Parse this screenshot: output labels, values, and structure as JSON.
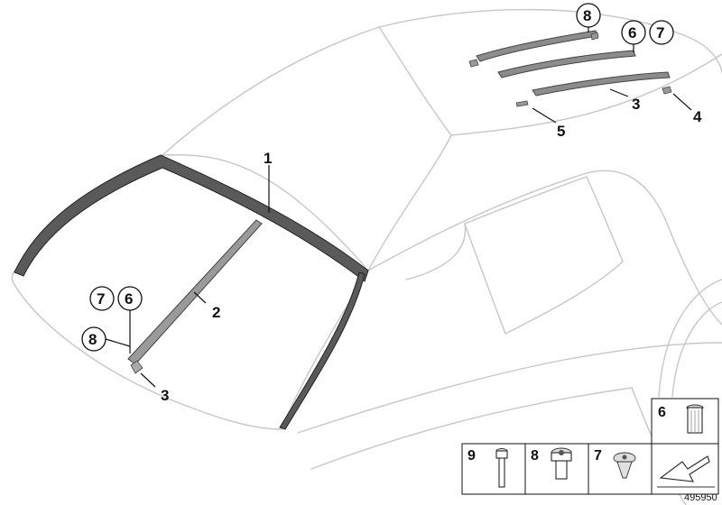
{
  "diagram": {
    "catalog_number": "495950",
    "callouts": {
      "windshield_frame": "1",
      "a_pillar_strip": "2",
      "front_clip": "3",
      "roof_clip": "3",
      "roof_end_cap": "4",
      "roof_end_piece": "5",
      "front_nut": "6",
      "front_screw": "7",
      "front_bolt": "8",
      "roof_bolt": "8",
      "roof_nut": "6",
      "roof_screw": "7"
    },
    "legend": [
      {
        "num": "6",
        "part": "rivet-nut"
      },
      {
        "num": "9",
        "part": "pin-bolt"
      },
      {
        "num": "8",
        "part": "torx-bolt"
      },
      {
        "num": "7",
        "part": "fillister-screw"
      }
    ],
    "colors": {
      "outline": "#c7c7c7",
      "part": "#8c8c8c",
      "ink": "#111111"
    }
  }
}
